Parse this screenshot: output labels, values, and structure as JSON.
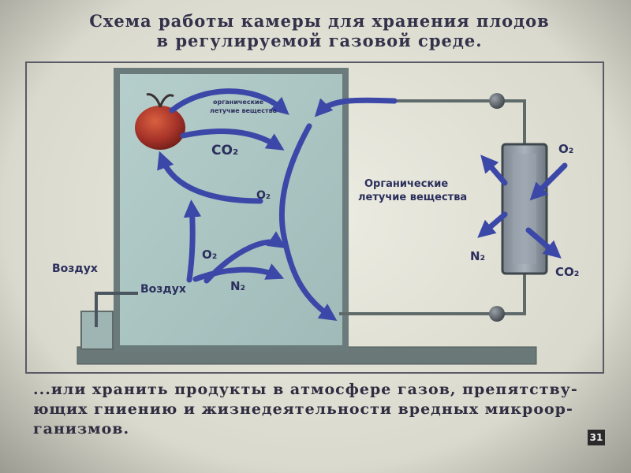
{
  "title": {
    "line1": "Схема работы камеры для хранения плодов",
    "line2": "в регулируемой газовой среде."
  },
  "diagram": {
    "inner_label_line1": "органические",
    "inner_label_line2": "летучие вещества",
    "co2_inside": "CO₂",
    "o2_inside_right": "O₂",
    "o2_inside_left": "O₂",
    "n2_inside": "N₂",
    "air_inside": "Воздух",
    "air_outside": "Воздух",
    "filter_label_line1": "Органические",
    "filter_label_line2": "летучие вещества",
    "filter_o2": "O₂",
    "filter_n2": "N₂",
    "filter_co2": "CO₂"
  },
  "caption": {
    "line1": "...или хранить продукты в атмосфере газов, препятству-",
    "line2": "ющих гниению и жизнедеятельности вредных микроор-",
    "line3": "ганизмов."
  },
  "page_number": "31",
  "colors": {
    "chamber": "#a8c2c0",
    "arrow": "#3b48a8",
    "pipe": "#5f6a6a",
    "text": "#2b2f5c",
    "fruit": "#a8342a"
  }
}
